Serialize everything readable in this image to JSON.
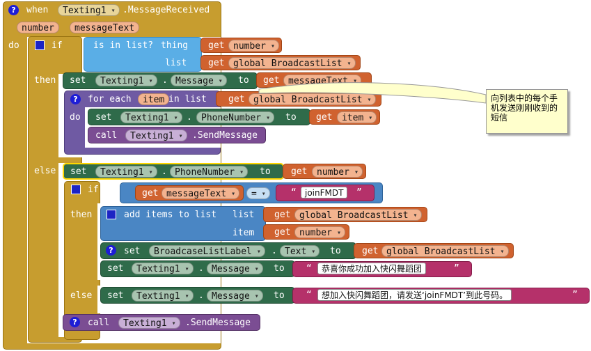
{
  "event": {
    "when": "when",
    "component": "Texting1",
    "event_name": ".MessageReceived",
    "params": [
      "number",
      "messageText"
    ],
    "do": "do"
  },
  "outer_if": {
    "if": "if",
    "is_in_list": "is in list?",
    "thing": "thing",
    "list": "list",
    "get": "get",
    "number_var": "number",
    "broadcast_var": "global BroadcastList",
    "then": "then",
    "else": "else"
  },
  "then_branch": {
    "set": "set",
    "component": "Texting1",
    "dot": ".",
    "property": "Message",
    "to": "to",
    "get": "get",
    "value_var": "messageText",
    "for_each": "for each",
    "item_var": "item",
    "in_list": "in list",
    "list_var": "global BroadcastList",
    "do": "do",
    "inner_set": {
      "set": "set",
      "component": "Texting1",
      "property": "PhoneNumber",
      "to": "to",
      "get": "get",
      "var": "item"
    },
    "call": {
      "call": "call",
      "component": "Texting1",
      "method": ".SendMessage"
    }
  },
  "comment": {
    "text": "向列表中的每个手机发送刚刚收到的短信"
  },
  "else_branch": {
    "set": "set",
    "component": "Texting1",
    "property": "PhoneNumber",
    "to": "to",
    "get": "get",
    "var": "number",
    "inner_if": {
      "if": "if",
      "get": "get",
      "var": "messageText",
      "op": "=",
      "open_quote": "“",
      "literal": "joinFMDT",
      "close_quote": "”",
      "then": "then",
      "else": "else"
    },
    "add_items": {
      "label": "add items to list",
      "list": "list",
      "item": "item",
      "get": "get",
      "list_var": "global BroadcastList",
      "item_var": "number"
    },
    "set_label": {
      "set": "set",
      "component": "BroadcaseListLabel",
      "property": "Text",
      "to": "to",
      "get": "get",
      "var": "global BroadcastList"
    },
    "set_msg_then": {
      "set": "set",
      "component": "Texting1",
      "property": "Message",
      "to": "to",
      "open_quote": "“",
      "literal": "恭喜你成功加入快闪舞蹈团",
      "close_quote": "”"
    },
    "set_msg_else": {
      "set": "set",
      "component": "Texting1",
      "property": "Message",
      "to": "to",
      "open_quote": "“",
      "literal": "想加入快闪舞蹈团，请发送‘joinFMDT’到此号码。",
      "close_quote": "”"
    },
    "call": {
      "call": "call",
      "component": "Texting1",
      "method": ".SendMessage"
    }
  }
}
